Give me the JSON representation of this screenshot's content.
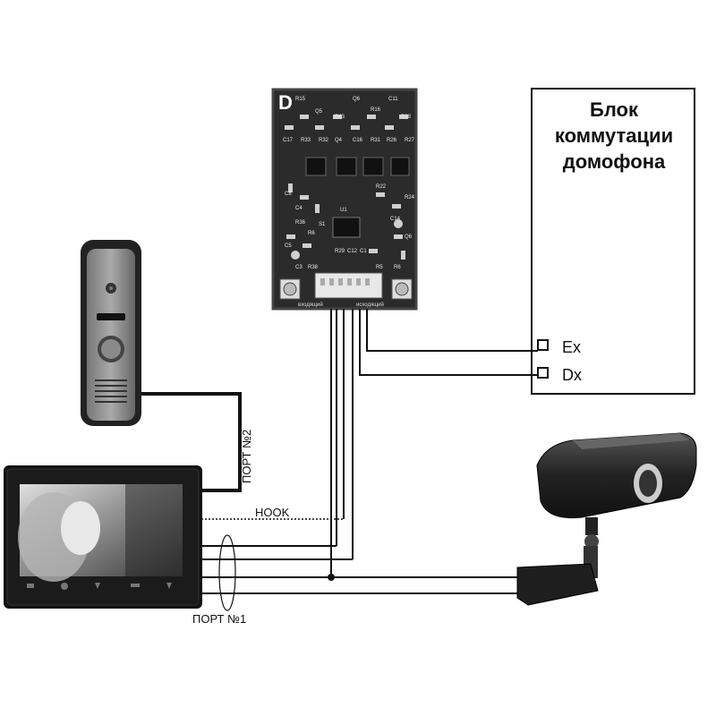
{
  "unit": {
    "title_lines": [
      "Блок",
      "коммутации",
      "домофона"
    ],
    "terminal_ex": "Ex",
    "terminal_dx": "Dx"
  },
  "labels": {
    "hook": "HOOK",
    "port1": "ПОРТ №1",
    "port2": "ПОРТ №2"
  },
  "board": {
    "logo": "D",
    "components": [
      "R15",
      "Q5",
      "R43",
      "Q6",
      "R16",
      "C11",
      "R28",
      "C17",
      "R33",
      "R32",
      "Q4",
      "C16",
      "R31",
      "R26",
      "R27",
      "C8",
      "C4",
      "R22",
      "R36",
      "C14",
      "R29",
      "C12",
      "C1",
      "R6",
      "U1",
      "S1",
      "C5",
      "C3",
      "R38",
      "R5",
      "R6",
      "Q6",
      "R24"
    ],
    "connector_left_label": "входящий",
    "connector_right_label": "исходящий"
  }
}
